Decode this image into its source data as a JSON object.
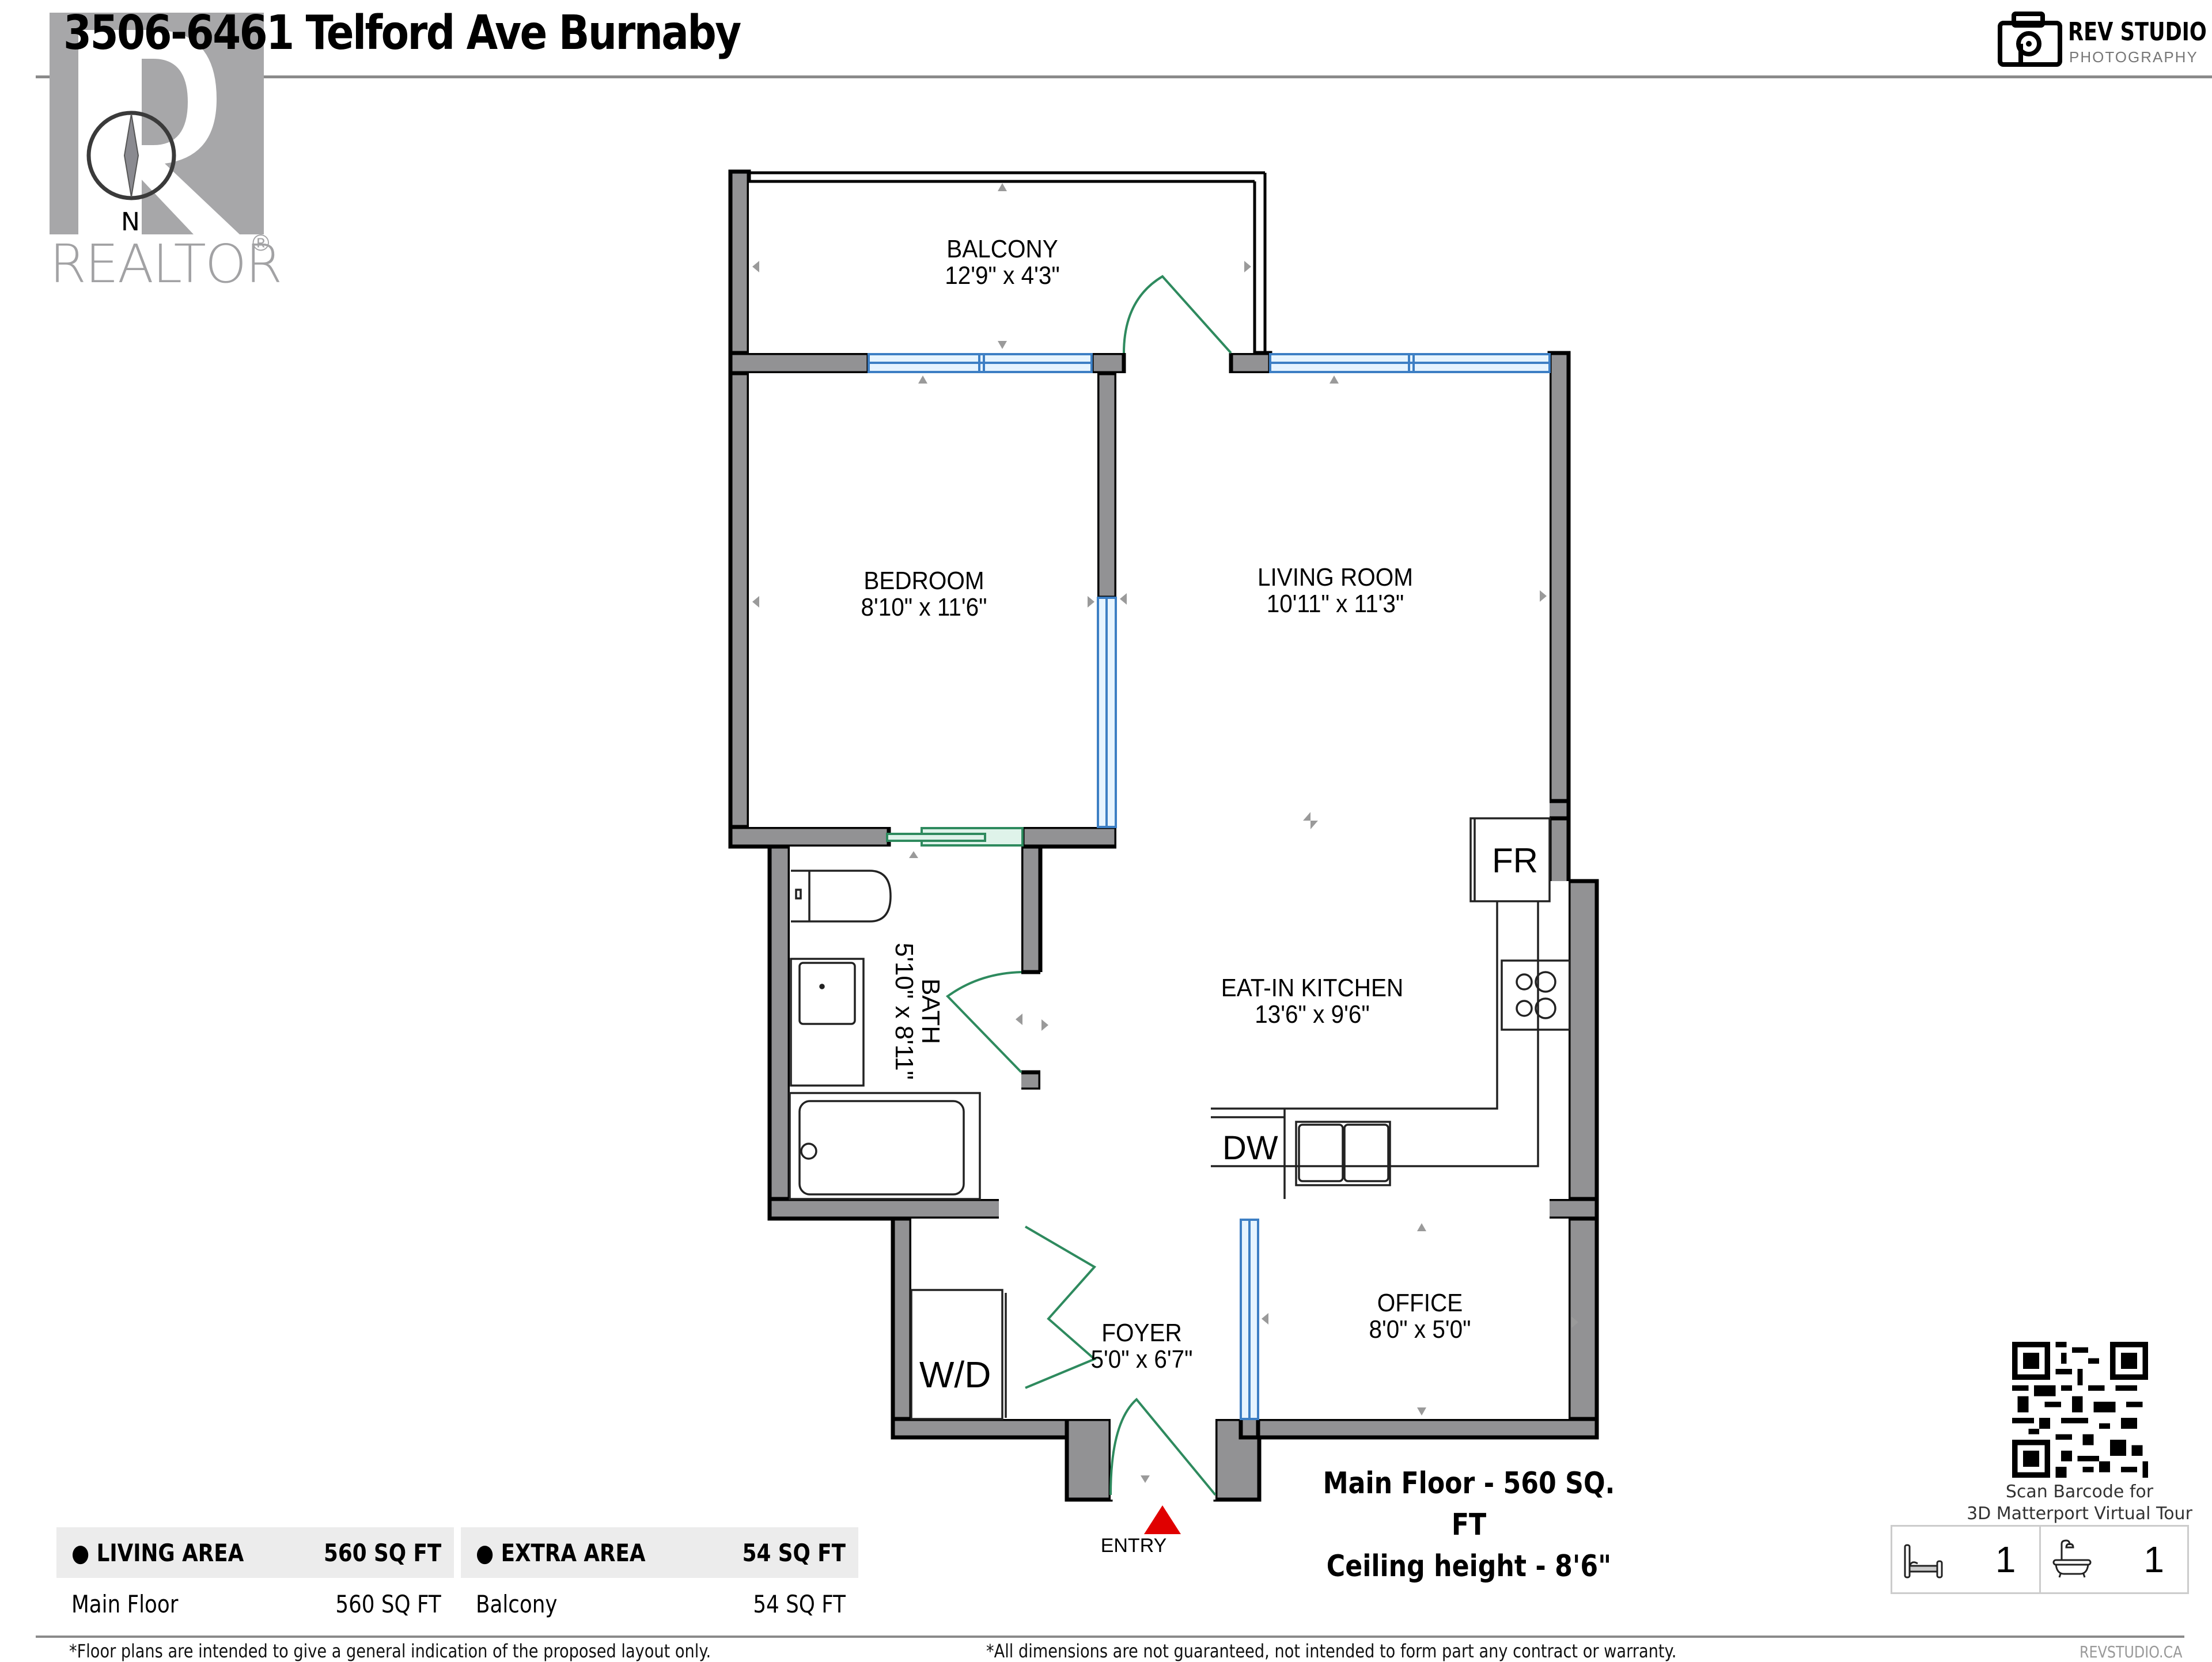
{
  "header": {
    "title": "3506-6461 Telford Ave Burnaby",
    "brand_name": "REV STUDIO",
    "brand_sub": "PHOTOGRAPHY",
    "brand_icon": "camera-icon"
  },
  "realtor_logo": {
    "word": "REALTOR",
    "registered": "®",
    "compass_label": "N"
  },
  "floor_plan": {
    "rooms": [
      {
        "id": "balcony",
        "name": "BALCONY",
        "dims": "12'9\" x 4'3\""
      },
      {
        "id": "bedroom",
        "name": "BEDROOM",
        "dims": "8'10\" x 11'6\""
      },
      {
        "id": "living",
        "name": "LIVING ROOM",
        "dims": "10'11\" x 11'3\""
      },
      {
        "id": "bath",
        "name": "BATH",
        "dims": "5'10\" x 8'11\""
      },
      {
        "id": "kitchen",
        "name": "EAT-IN KITCHEN",
        "dims": "13'6\" x 9'6\""
      },
      {
        "id": "foyer",
        "name": "FOYER",
        "dims": "5'0\" x 6'7\""
      },
      {
        "id": "office",
        "name": "OFFICE",
        "dims": "8'0\" x 5'0\""
      }
    ],
    "fixtures": {
      "fridge": "FR",
      "dishwasher": "DW",
      "laundry": "W/D"
    },
    "entry_label": "ENTRY",
    "colors": {
      "wall": "#929294",
      "wall_edge": "#000000",
      "door": "#2e8a5e",
      "window": "#3d7fc4",
      "window_fill": "#e6f4ff",
      "entry_marker": "#e00000",
      "marker": "#9a9a9a"
    }
  },
  "summary": {
    "main_floor": "Main Floor - 560 SQ. FT",
    "ceiling": "Ceiling height - 8'6\""
  },
  "area_table": {
    "living": {
      "label": "LIVING AREA",
      "value": "560 SQ FT",
      "rows": [
        {
          "label": "Main Floor",
          "value": "560 SQ FT"
        }
      ]
    },
    "extra": {
      "label": "EXTRA AREA",
      "value": "54 SQ FT",
      "rows": [
        {
          "label": "Balcony",
          "value": "54 SQ FT"
        }
      ]
    }
  },
  "qr": {
    "caption_line1": "Scan Barcode for",
    "caption_line2": "3D Matterport Virtual Tour"
  },
  "room_counts": {
    "bedrooms": "1",
    "bathrooms": "1",
    "bed_icon": "bed-icon",
    "bath_icon": "bathtub-icon"
  },
  "footer": {
    "disclaimer_left": "*Floor plans are intended to give a general indication of the proposed layout only.",
    "disclaimer_right": "*All dimensions are not guaranteed, not intended to form part any contract or warranty.",
    "website": "REVSTUDIO.CA"
  }
}
